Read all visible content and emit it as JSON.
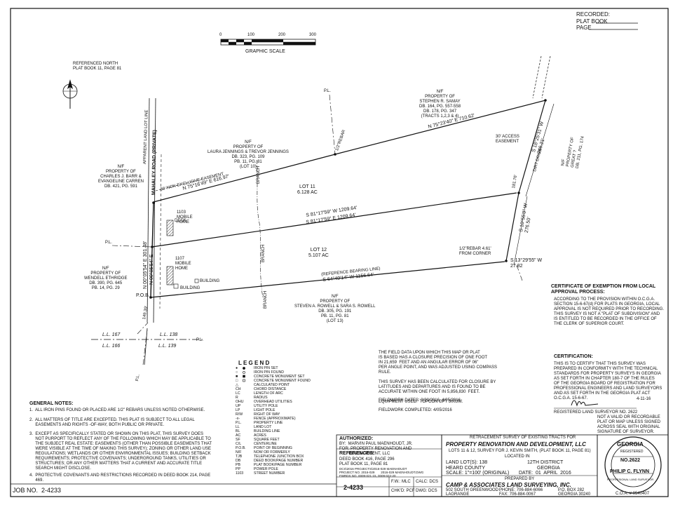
{
  "recorded": {
    "line1": "RECORDED:",
    "line2": "PLAT BOOK",
    "line3": "PAGE"
  },
  "scale": {
    "ticks": [
      "0",
      "100",
      "200",
      "300"
    ],
    "label": "GRAPHIC SCALE"
  },
  "north": {
    "label": "REFERENCED NORTH\nPLAT BOOK 11, PAGE 81"
  },
  "owners": {
    "samay": "N/F\nPROPERTY OF\nSTEPHEN R. SAMAY\nDB. 164, PG. 557-558\nDB. 178, PG. 347\n(TRACTS 1,2,3 & 4)",
    "jennings": "N/F\nPROPERTY OF\nLAURA JENNINGS & TREVOR JENNINGS\nDB. 323, PG. 109\nPB. 11, PG. 81\n(LOT 10)",
    "barr": "N/F\nPROPERTY OF\nCHARLES J. BARR &\nEVANGELINE CARREN\nDB. 421, PG. 591",
    "etheridge": "N/F\nPROPERTY OF\nWENDELL ETHRIDGE\nDB. 390, PG. 645\nPB. 14, PG. 29",
    "rowell": "N/F\nPROPERTY OF\nSTEVEN A. ROWELL & SARA S. ROWELL\nDB. 305, PG. 191\nPB. 11, PG. 81\n(LOT 13)",
    "east": "N/F\nPROPERTY OF\nGREAT ?\nDB. 211, PG. 174"
  },
  "lots": {
    "lot11": "LOT 11\n6.128 AC",
    "lot12": "LOT 12\n5.107 AC"
  },
  "bearings": {
    "top": "N 75°23'40\" E 710.62'",
    "top_left": "N 75°16'49\" E 616.97'",
    "mid": "S 81°17'59\" W 1209.64'",
    "mid2": "S 81°17'59\" E 1209.64'",
    "bottom": "S 64°49'14\" W 1156.64'",
    "ref": "(REFERENCE BEARING LINE)",
    "west": "N 00°05'54\" E 301.48'",
    "west2": "N 00°05'54\" E",
    "road": "MAHALEY ROAD (PRIVATE)",
    "east1": "S 18°25'31\" W\n246.21'",
    "east2": "S 10°55'0\" W\n276.50'",
    "east3": "S 13°29'55\" W\n27.82",
    "east_seg": "181.76'",
    "tie": "149.39'",
    "easement": "30' NON-EXCLUSIVE EASEMENT",
    "access": "30' ACCESS\nEASEMENT",
    "rebar": "1/2\"REBAR",
    "rebar2": "1/2\"REBAR 4.61'\nFROM CORNER",
    "pob": "P.O.B.",
    "pl": "P.L.",
    "branch": "BRANCH",
    "mobile1": "1103\nMOBILE\nHOME",
    "mobile2": "1107\nMOBILE\nHOME",
    "deck": "DECK",
    "building": "BUILDING",
    "gravel": "DIRT DRIVE",
    "apr": "APPARENT LAND LOT LINE"
  },
  "ll": {
    "a": "L.L. 167",
    "b": "L.L. 138",
    "c": "L.L. 166",
    "d": "L.L. 139"
  },
  "legend": {
    "title": "L E G E N D",
    "items": [
      [
        "●",
        "IRON PIN SET"
      ],
      [
        "○",
        "IRON PIN FOUND"
      ],
      [
        "■",
        "CONCRETE MONUMENT SET"
      ],
      [
        "□",
        "CONCRETE MONUMENT FOUND"
      ],
      [
        "△",
        "CALCULATED POINT"
      ],
      [
        "CH",
        "CHORD DISTANCE"
      ],
      [
        "LC",
        "LENGTH OF ARC"
      ],
      [
        "R",
        "RADIUS"
      ],
      [
        "OHU",
        "OVERHEAD UTILITIES"
      ],
      [
        "UP",
        "UTILITY POLE"
      ],
      [
        "LP",
        "LIGHT POLE"
      ],
      [
        "R/W",
        "RIGHT OF WAY"
      ],
      [
        "-x-",
        "FENCE (APPROXIMATE)"
      ],
      [
        "P.L.",
        "PROPERTY LINE"
      ],
      [
        "LL",
        "LAND LOT"
      ],
      [
        "BL",
        "BUILDING LINE"
      ],
      [
        "AC",
        "ACRES"
      ],
      [
        "SF",
        "SQUARE FEET"
      ],
      [
        "C/L",
        "CENTERLINE"
      ],
      [
        "P.O.B.",
        "POINT OF BEGINNING"
      ],
      [
        "N/F",
        "NOW OR FORMERLY"
      ],
      [
        "TJB",
        "TELEPHONE JUNCTION BOX"
      ],
      [
        "DB",
        "DEED BOOK/PAGE NUMBER"
      ],
      [
        "PB",
        "PLAT BOOK/PAGE NUMBER"
      ],
      [
        "PP",
        "POWER POLE"
      ],
      [
        "1103",
        "STREET NUMBER"
      ]
    ]
  },
  "closure": "THE FIELD DATA UPON WHICH THIS MAP OR PLAT\nIS BASED HAS A CLOSURE PRECISION OF ONE FOOT\nIN 21,659  FEET AND AN ANGULAR ERROR OF 06\"\nPER ANGLE POINT, AND WAS ADJUSTED USING COMPASS\nRULE.\n\nTHIS SURVEY HAS BEEN CALCULATED FOR CLOSURE BY\nLATITUDES AND DEPARTURES AND IS FOUND TO BE\nACCURATE WITHIN ONE FOOT IN 5,856,830  FEET.\n\nEQUIPMENT USED:  TOPCON GPT 3003W.",
  "fieldwork": "FIELDWORK DATES: 3/30/2016, 4/05/2016\n\nFIELDWORK COMPLETED: 4/05/2016",
  "exemption": {
    "title": "CERTIFICATE OF EXEMPTION FROM LOCAL\nAPPROVAL PROCESS:",
    "body": "ACCORDING TO THE PROVISION WITHIN O.C.G.A.\nSECTION 15-6-67(d) FOR PLATS IN GEORGIA, LOCAL\nAPPROVAL IS NOT REQUIRED PRIOR TO RECORDING.\nTHIS SURVEY IS NOT A \"PLAT OF SUBDIVISION\" AND\nIS ENTITLED TO BE RECORDED IN THE OFFICE OF\nTHE CLERK OF SUPERIOR COURT."
  },
  "certification": {
    "title": "CERTIFICATION:",
    "body": "THIS IS TO CERTIFY THAT THIS SURVEY WAS\nPREPARED IN CONFORMITY WITH THE TECHNICAL\nSTANDARDS FOR PROPERTY SURVEYS IN GEORGIA\nAS SET FORTH IN CHAPTER 180-7 OF THE RULES\nOF THE GEORGIA BOARD OF REGISTRATION FOR\nPROFESSIONAL ENGINEERS AND LAND SURVEYORS\nAND AS SET FORTH IN THE GEORGIA PLAT ACT\nO.C.G.A. 15-6-67.",
    "date": "4-11-16",
    "sig_label": "REGISTERED LAND SURVEYOR NO. 2622",
    "invalid": "NOT A VALID OR RECORDABLE\nPLAT OR MAP UNLESS SIGNED\nACROSS SEAL WITH ORIGINAL\nSIGNATURE OF SURVEYOR."
  },
  "general_notes": {
    "title": "GENERAL NOTES:",
    "items": [
      "1.  ALL IRON PINS FOUND OR PLACED ARE 1/2\" REBARS UNLESS NOTED OTHERWISE.",
      "2.  ALL MATTERS OF TITLE ARE EXCEPTED. THIS PLAT IS SUBJECT TO ALL LEGAL\n     EASEMENTS AND RIGHTS -OF-WAY, BOTH PUBLIC OR PRIVATE.",
      "3.  EXCEPT AS SPECIFICALLY STATED OR SHOWN ON THIS PLAT, THIS SURVEY DOES\n     NOT PURPORT TO REFLECT ANY OF THE FOLLOWING WHICH MAY BE APPLICABLE TO\n     THE SUBJECT REAL ESTATE: EASEMENTS (OTHER THAN POSSIBLE EASEMENTS THAT\n     WERE VISIBLE AT THE TIME OF MAKING THIS SURVEY); ZONING OR OTHER LAND USE\n     REGULATIONS; WETLANDS OR OTHER ENVIRONMENTAL ISSUES; BUILDING SETBACK\n     REQUIREMENTS; PROTECTIVE COVENANTS; UNDERGROUND TANKS, UTILITIES OR\n     STRUCTURES; OR ANY OTHER MATTERS THAT A CURRENT AND ACCURATE TITLE\n     SEARCH MIGHT DISCLOSE.",
      "4.  PROTECTIVE COVENANTS AND RESTRICTIONS RECORDED IN DEED BOOK 214, PAGE\n     469."
    ]
  },
  "job_no": "JOB NO.  2-4233",
  "title_block": {
    "authorized_label": "AUTHORIZED:",
    "authorized_body": "BY:  MARVIN PAUL MAENHOUDT, JR.\nFOR: PROPERTY RENOVATION AND\n        DEVELOPMENT, LLC",
    "references_label": "REFERENCES:",
    "references_body": "DEED BOOK 416, PAGE 296\nPLAT BOOK 11, PAGE 81",
    "files": "DCS\\2016 PROJECTS\\2016-029 MAENHOUDT\nPROJECT NO. 2016-029       2016-029 MAENHOUDT.DWG\nFWRDS NO. 0009-021-15, 0009-022-20",
    "job": "2-4233",
    "fw_label": "F.W.: MLC",
    "chk_label": "CHK'D: PCF",
    "calc_label": "CALC: DCS",
    "dwg_label": "DWG: DCS",
    "survey_head": "RETRACEMENT SURVEY OF EXISTING TRACTS FOR",
    "client": "PROPERTY RENOVATION AND DEVELOPMENT, LLC",
    "desc": "LOTS 11 & 12, SURVEY FOR J. KEVIN SMITH, (PLAT BOOK 11, PAGE 81)",
    "located": "LOCATED IN",
    "land_lots": "LAND LOT(S): 138",
    "district": "12TH DISTRICT",
    "county": "HEARD COUNTY",
    "state": "GEORGIA",
    "scale": "SCALE: 1\"=100' (ORIGINAL)",
    "date": "DATE:  01  APRIL  2016",
    "prepared_by": "PREPARED BY",
    "firm": "CAMP & ASSOCIATES LAND SURVEYING, INC.",
    "addr1": "502 SOUTH GREENWOOD",
    "addr2": "LAGRANGE",
    "phone": "PHONE: 706-884-6066",
    "fax": "FAX: 706-884-0067",
    "po": "P.O. BOX 282",
    "po2": "GEORGIA 30240",
    "cert": "C.O.A. # 0540407"
  },
  "seal": {
    "top": "GEORGIA",
    "mid": "REGISTERED",
    "no": "NO.2622",
    "name": "PHILIP C. FLYNN",
    "sub": "PROFESSIONAL LAND SURVEYOR"
  }
}
